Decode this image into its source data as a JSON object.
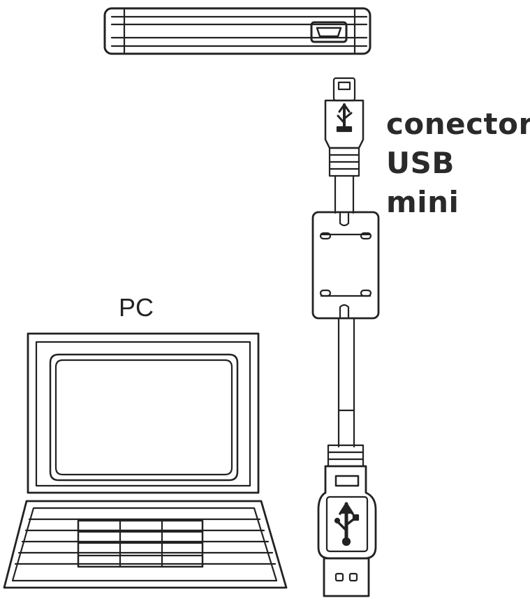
{
  "labels": {
    "connector_line1": "conector",
    "connector_line2": "USB mini",
    "pc": "PC"
  },
  "colors": {
    "line": "#222222",
    "background": "#ffffff"
  },
  "icons": {
    "usb_symbol": "usb-trident-icon"
  }
}
